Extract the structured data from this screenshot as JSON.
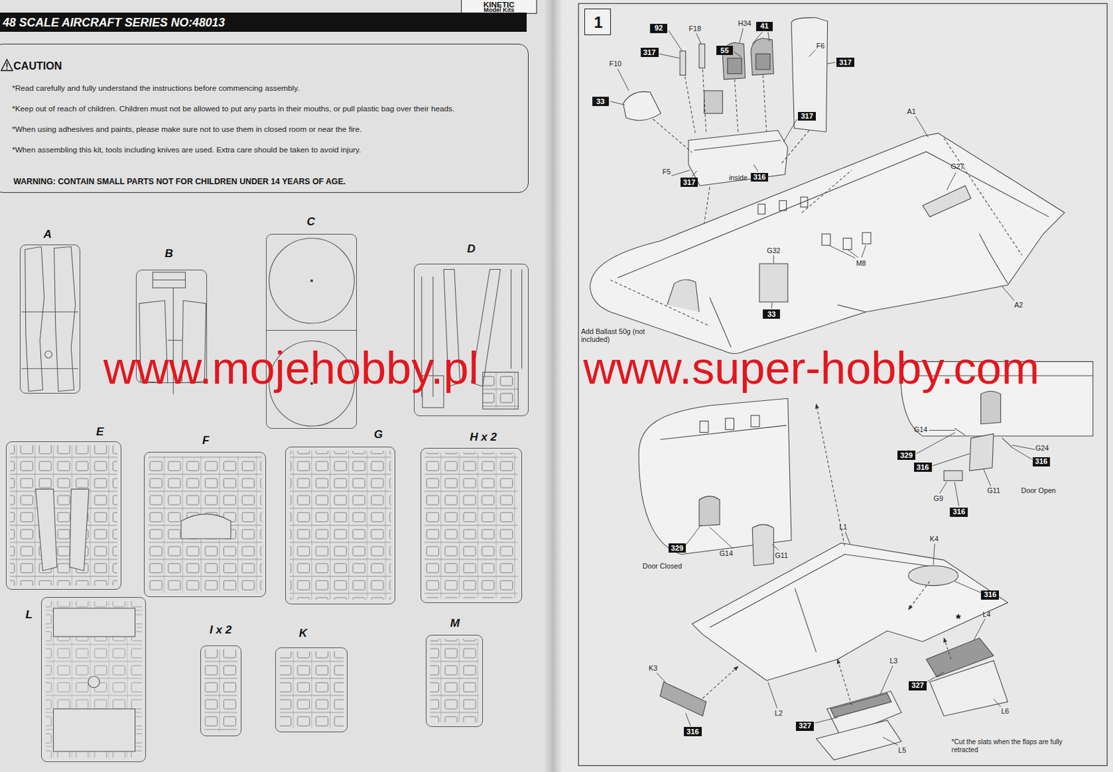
{
  "diagram": {
    "nodes": [
      {
        "text": [
          "48 SCALE AIRCRAFT SERIES NO:48013"
        ]
      },
      {
        "text": [
          "CAUTION",
          "*Read carefully and fully understand the instructions before commencing assembly.",
          "*Keep out of reach of children. Children must not be allowed to put any parts in their mouths, or pull plastic bag over their heads.",
          "*When using adhesives and paints, please make sure not to use them in closed room or near the fire.",
          "*When assembling this kit, tools including knives are used. Extra care should be taken to avoid injury.",
          "WARNING: CONTAIN SMALL PARTS NOT FOR CHILDREN UNDER 14 YEARS OF AGE."
        ]
      },
      {
        "text": [
          "A"
        ]
      },
      {
        "text": [
          "B"
        ]
      },
      {
        "text": [
          "C"
        ]
      },
      {
        "text": [
          "D"
        ]
      },
      {
        "text": [
          "E"
        ]
      },
      {
        "text": [
          "F"
        ]
      },
      {
        "text": [
          "G"
        ]
      },
      {
        "text": [
          "H x 2"
        ]
      },
      {
        "text": [
          "L"
        ]
      },
      {
        "text": [
          "I x 2"
        ]
      },
      {
        "text": [
          "K"
        ]
      },
      {
        "text": [
          "M"
        ]
      },
      {
        "text": [
          "1"
        ]
      },
      {
        "text": [
          "92"
        ]
      },
      {
        "text": [
          "317"
        ]
      },
      {
        "text": [
          "55"
        ]
      },
      {
        "text": [
          "41"
        ]
      },
      {
        "text": [
          "317"
        ]
      },
      {
        "text": [
          "33"
        ]
      },
      {
        "text": [
          "317"
        ]
      },
      {
        "text": [
          "317"
        ]
      },
      {
        "text": [
          "316"
        ]
      },
      {
        "text": [
          "33"
        ]
      },
      {
        "text": [
          "329"
        ]
      },
      {
        "text": [
          "316"
        ]
      },
      {
        "text": [
          "316"
        ]
      },
      {
        "text": [
          "316"
        ]
      },
      {
        "text": [
          "329"
        ]
      },
      {
        "text": [
          "316"
        ]
      },
      {
        "text": [
          "327"
        ]
      },
      {
        "text": [
          "327"
        ]
      },
      {
        "text": [
          "316"
        ]
      }
    ],
    "labels": [
      "KINETIC",
      "Model Kits",
      "F18",
      "H34",
      "F6",
      "F10",
      "F5",
      "inside",
      "A1",
      "G27",
      "M8",
      "G32",
      "A2",
      "Add Ballast 50g (not included)",
      "G14",
      "G24",
      "G9",
      "G11",
      "Door Open",
      "Door Closed",
      "G14",
      "G11",
      "L1",
      "K4",
      "K3",
      "L2",
      "L3",
      "*",
      "L4",
      "L6",
      "L5",
      "*Cut the slats when the flaps are fully retracted",
      "www.mojehobby.pl",
      "www.super-hobby.com"
    ]
  }
}
